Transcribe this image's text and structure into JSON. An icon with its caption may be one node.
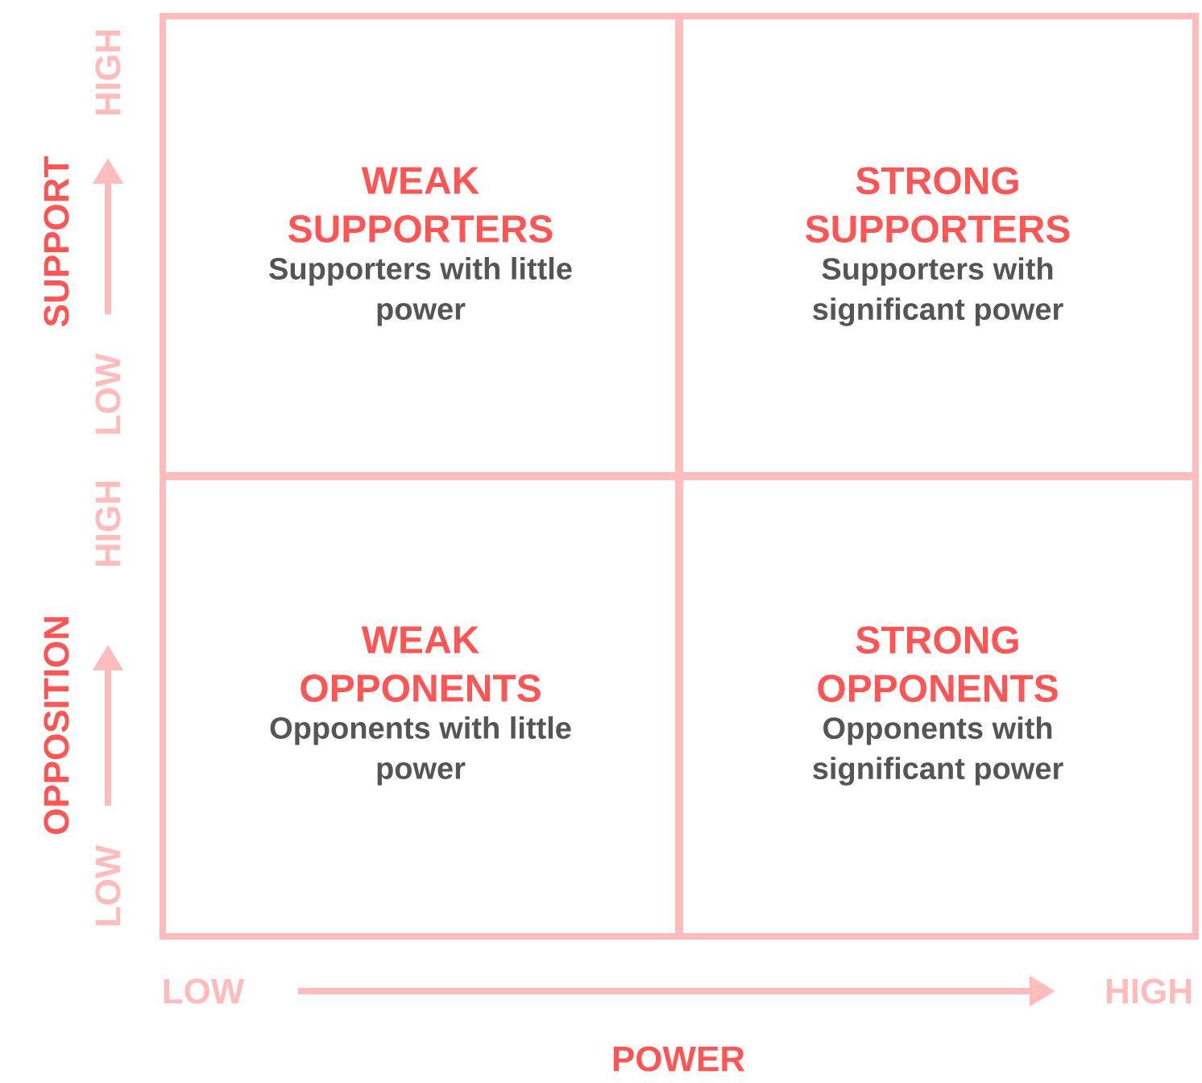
{
  "diagram": {
    "nodes": [
      {
        "text": [
          "WEAK SUPPORTERS",
          "Supporters with little power"
        ]
      },
      {
        "text": [
          "STRONG SUPPORTERS",
          "Supporters with significant power"
        ]
      },
      {
        "text": [
          "WEAK OPPONENTS",
          "Opponents with little power"
        ]
      },
      {
        "text": [
          "STRONG OPPONENTS",
          "Opponents with significant power"
        ]
      }
    ],
    "labels": [
      "SUPPORT",
      "HIGH",
      "LOW",
      "OPPOSITION",
      "HIGH",
      "LOW",
      "LOW",
      "HIGH",
      "POWER"
    ]
  }
}
